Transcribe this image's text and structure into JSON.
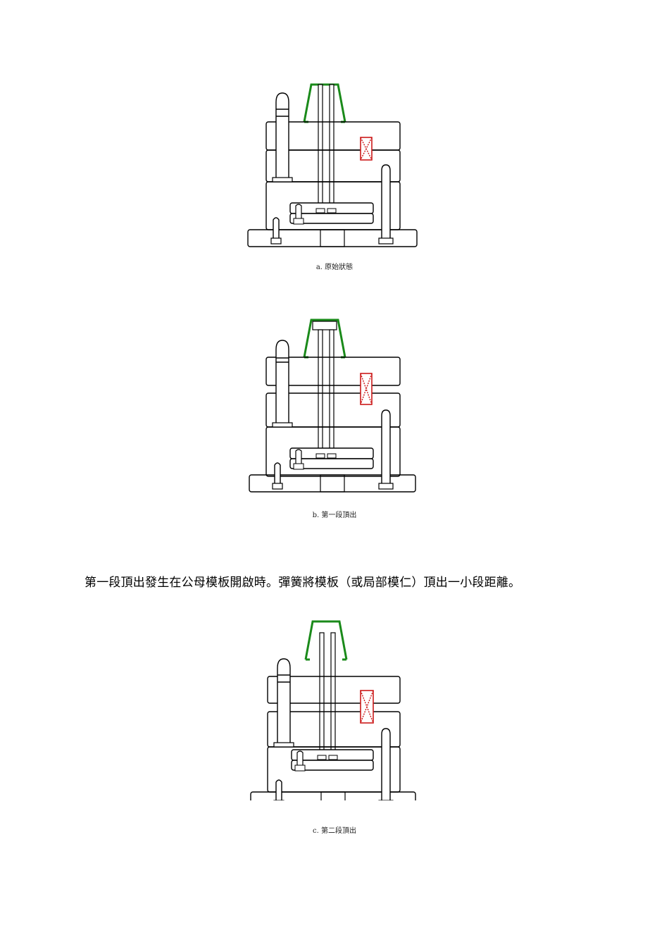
{
  "captions": {
    "fig_a": "a. 原始狀態",
    "fig_b": "b. 第一段頂出",
    "fig_c": "c. 第二段頂出"
  },
  "paragraph": "第一段頂出發生在公母模板開啟時。彈簧將模板（或局部模仁）頂出一小段距離。",
  "colors": {
    "part": "#1a8a1a",
    "spring": "#cc1a1a",
    "line": "#000000"
  }
}
